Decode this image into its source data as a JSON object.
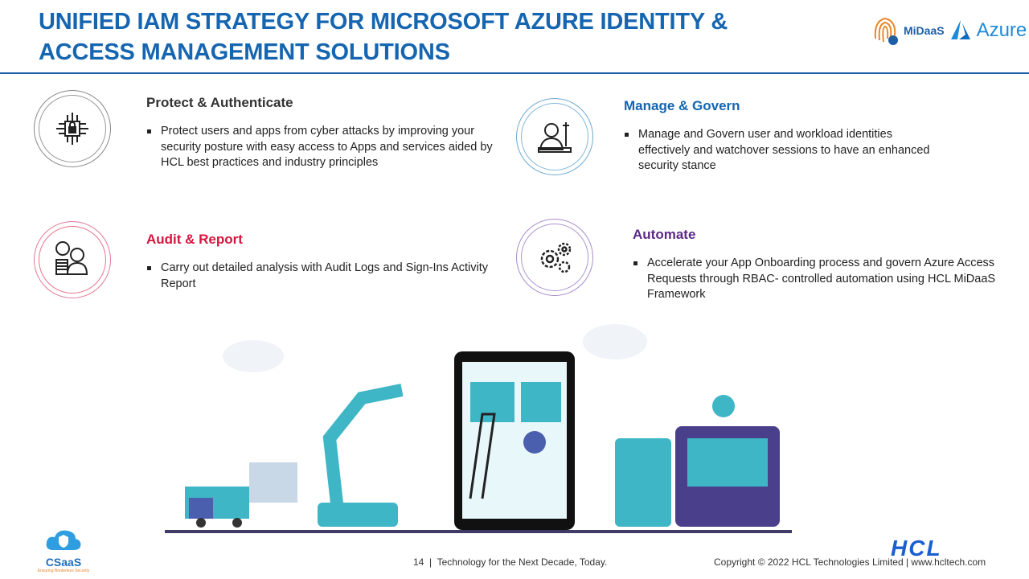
{
  "title": "UNIFIED IAM STRATEGY FOR MICROSOFT AZURE IDENTITY & ACCESS MANAGEMENT SOLUTIONS",
  "logos": {
    "midaas": "MiDaaS",
    "azure": "Azure",
    "hcl": "HCL",
    "csaas": "CSaaS",
    "csaas_tagline": "Ensuring Borderless Security"
  },
  "sections": [
    {
      "heading": "Protect & Authenticate",
      "color": "#333333",
      "bullet": "Protect users and apps from cyber attacks by improving your security posture with easy access to Apps and services aided by HCL best practices and industry principles"
    },
    {
      "heading": "Manage & Govern",
      "color": "#1565b0",
      "bullet": "Manage and Govern user and workload identities effectively and watchover sessions to have an enhanced security stance"
    },
    {
      "heading": "Audit & Report",
      "color": "#d6163f",
      "bullet": "Carry out detailed analysis with Audit Logs and Sign-Ins Activity Report"
    },
    {
      "heading": "Automate",
      "color": "#5b2a86",
      "bullet": "Accelerate your App Onboarding process and govern Azure Access Requests through RBAC- controlled automation using HCL MiDaaS Framework"
    }
  ],
  "footer": {
    "page": "14",
    "tagline": "Technology for the Next Decade, Today.",
    "copyright": "Copyright © 2022 HCL Technologies Limited | www.hcltech.com"
  }
}
